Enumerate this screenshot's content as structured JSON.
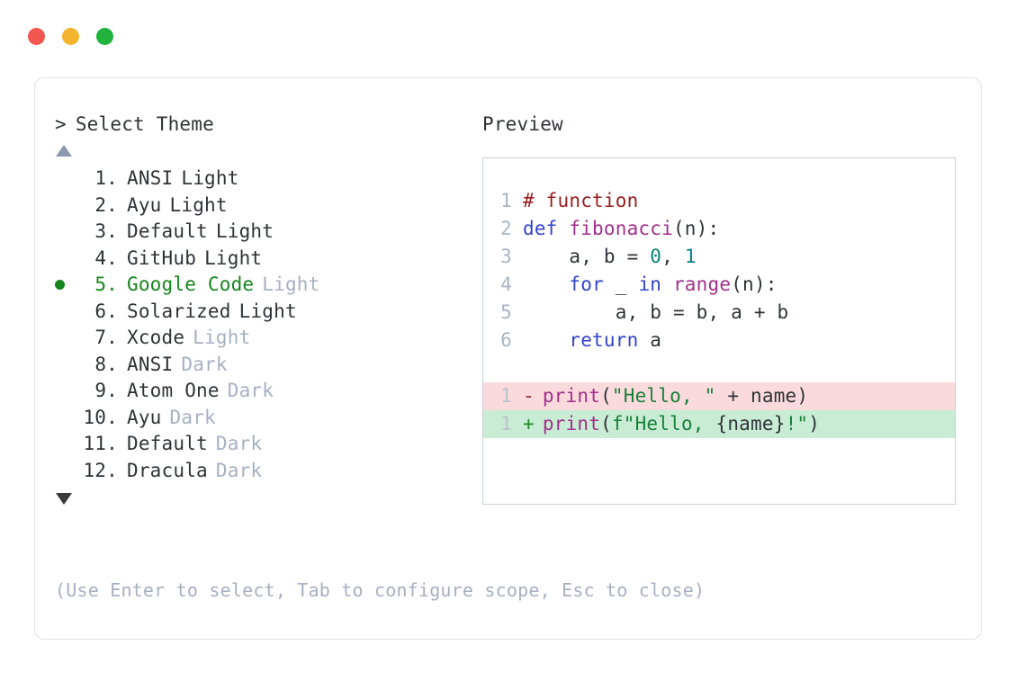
{
  "window": {
    "traffic_lights": [
      {
        "name": "close-dot",
        "color": "#f2574f"
      },
      {
        "name": "minimize-dot",
        "color": "#f3b430"
      },
      {
        "name": "maximize-dot",
        "color": "#22b33e"
      }
    ]
  },
  "left": {
    "caret": ">",
    "prompt": "Select Theme",
    "scroll_up": "▲",
    "scroll_down": "▼",
    "items": [
      {
        "index": "1.",
        "name": "ANSI",
        "variant": "Light",
        "muted_variant": false,
        "selected": false
      },
      {
        "index": "2.",
        "name": "Ayu",
        "variant": "Light",
        "muted_variant": false,
        "selected": false
      },
      {
        "index": "3.",
        "name": "Default",
        "variant": "Light",
        "muted_variant": false,
        "selected": false
      },
      {
        "index": "4.",
        "name": "GitHub",
        "variant": "Light",
        "muted_variant": false,
        "selected": false
      },
      {
        "index": "5.",
        "name": "Google Code",
        "variant": "Light",
        "muted_variant": true,
        "selected": true
      },
      {
        "index": "6.",
        "name": "Solarized",
        "variant": "Light",
        "muted_variant": false,
        "selected": false
      },
      {
        "index": "7.",
        "name": "Xcode",
        "variant": "Light",
        "muted_variant": true,
        "selected": false
      },
      {
        "index": "8.",
        "name": "ANSI",
        "variant": "Dark",
        "muted_variant": true,
        "selected": false
      },
      {
        "index": "9.",
        "name": "Atom One",
        "variant": "Dark",
        "muted_variant": true,
        "selected": false
      },
      {
        "index": "10.",
        "name": "Ayu",
        "variant": "Dark",
        "muted_variant": true,
        "selected": false
      },
      {
        "index": "11.",
        "name": "Default",
        "variant": "Dark",
        "muted_variant": true,
        "selected": false
      },
      {
        "index": "12.",
        "name": "Dracula",
        "variant": "Dark",
        "muted_variant": true,
        "selected": false
      }
    ],
    "hint": "(Use Enter to select, Tab to configure scope, Esc to close)"
  },
  "right": {
    "preview_label": "Preview",
    "code": {
      "lines": [
        {
          "no": "1",
          "tokens": [
            {
              "t": "# function",
              "c": "comment"
            }
          ]
        },
        {
          "no": "2",
          "tokens": [
            {
              "t": "def ",
              "c": "keyword"
            },
            {
              "t": "fibonacci",
              "c": "func"
            },
            {
              "t": "(n):",
              "c": "punct"
            }
          ]
        },
        {
          "no": "3",
          "tokens": [
            {
              "t": "    a, b = ",
              "c": "plain"
            },
            {
              "t": "0",
              "c": "number"
            },
            {
              "t": ", ",
              "c": "plain"
            },
            {
              "t": "1",
              "c": "number"
            }
          ]
        },
        {
          "no": "4",
          "tokens": [
            {
              "t": "    ",
              "c": "plain"
            },
            {
              "t": "for",
              "c": "keyword"
            },
            {
              "t": " _ ",
              "c": "plain"
            },
            {
              "t": "in",
              "c": "keyword"
            },
            {
              "t": " ",
              "c": "plain"
            },
            {
              "t": "range",
              "c": "builtin"
            },
            {
              "t": "(n):",
              "c": "punct"
            }
          ]
        },
        {
          "no": "5",
          "tokens": [
            {
              "t": "        a, b = b, a + b",
              "c": "plain"
            }
          ]
        },
        {
          "no": "6",
          "tokens": [
            {
              "t": "    ",
              "c": "plain"
            },
            {
              "t": "return",
              "c": "keyword"
            },
            {
              "t": " a",
              "c": "plain"
            }
          ]
        }
      ],
      "diff": [
        {
          "no": "1",
          "marker": "-",
          "kind": "del",
          "tokens": [
            {
              "t": "print",
              "c": "builtin"
            },
            {
              "t": "(",
              "c": "punct"
            },
            {
              "t": "\"Hello, \"",
              "c": "string"
            },
            {
              "t": " + name)",
              "c": "plain"
            }
          ]
        },
        {
          "no": "1",
          "marker": "+",
          "kind": "add",
          "tokens": [
            {
              "t": "print",
              "c": "builtin"
            },
            {
              "t": "(",
              "c": "punct"
            },
            {
              "t": "f\"Hello, ",
              "c": "string"
            },
            {
              "t": "{name}",
              "c": "plain"
            },
            {
              "t": "!\"",
              "c": "string"
            },
            {
              "t": ")",
              "c": "punct"
            }
          ]
        }
      ]
    }
  }
}
